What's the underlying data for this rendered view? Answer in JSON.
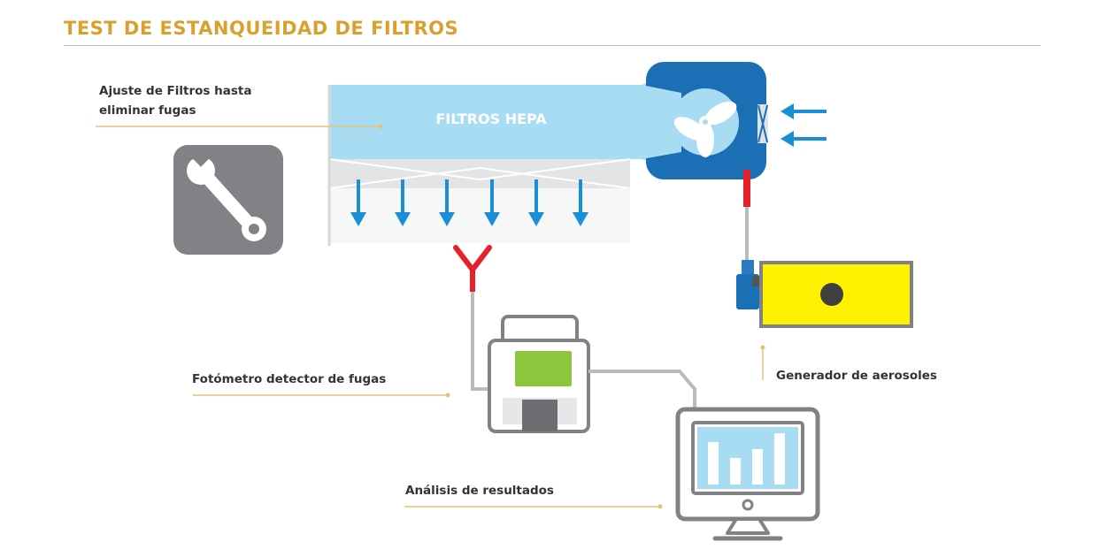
{
  "title": "TEST DE ESTANQUEIDAD DE FILTROS",
  "filters_label": "FILTROS HEPA",
  "labels": {
    "adjust_line1": "Ajuste de Filtros hasta",
    "adjust_line2": "eliminar fugas",
    "photometer": "Fotómetro detector de fugas",
    "generator": "Generador de aerosoles",
    "analysis": "Análisis de resultados"
  },
  "colors": {
    "title": "#d9a02e",
    "filter_body": "#a8dcf3",
    "fan_housing": "#1a6fb5",
    "arrow_blue": "#1a8fd6",
    "probe_red": "#e8202a",
    "generator_yellow": "#fff200",
    "photometer_display": "#8cc63f",
    "wrench_tile": "#808285",
    "leader_line": "#e2c37a"
  },
  "icons": [
    "wrench-icon",
    "fan-icon",
    "airflow-arrow-icon",
    "probe-icon",
    "photometer-icon",
    "monitor-icon",
    "bar-chart-icon",
    "aerosol-generator-icon"
  ]
}
